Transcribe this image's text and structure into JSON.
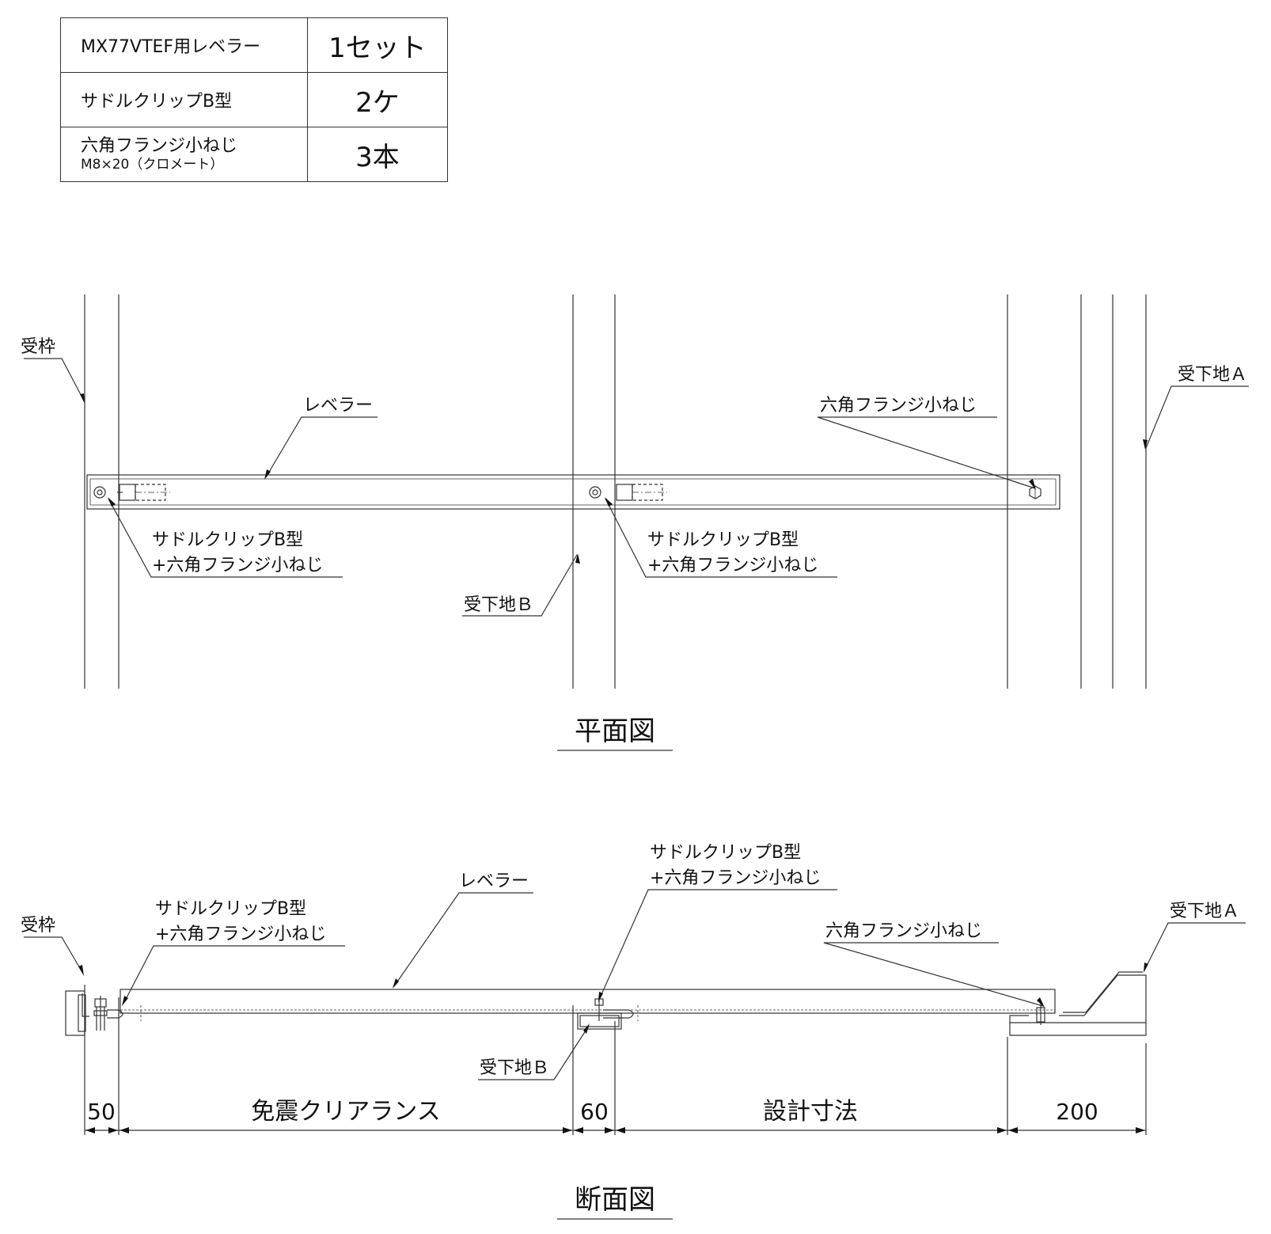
{
  "parts_table": [
    {
      "name": "MX77VTEF用レベラー",
      "sub": "",
      "qty": "1セット"
    },
    {
      "name": "サドルクリップB型",
      "sub": "",
      "qty": "2ケ"
    },
    {
      "name": "六角フランジ小ねじ",
      "sub": "M8×20（クロメート）",
      "qty": "3本"
    }
  ],
  "plan": {
    "title": "平面図",
    "labels": {
      "receiving_frame": "受枠",
      "leveler": "レベラー",
      "hex_screw": "六角フランジ小ねじ",
      "base_a": "受下地Ａ",
      "saddle_1_line1": "サドルクリップB型",
      "saddle_1_line2": "+六角フランジ小ねじ",
      "saddle_2_line1": "サドルクリップB型",
      "saddle_2_line2": "+六角フランジ小ねじ",
      "base_b": "受下地Ｂ"
    }
  },
  "section": {
    "title": "断面図",
    "labels": {
      "receiving_frame": "受枠",
      "saddle_1_line1": "サドルクリップB型",
      "saddle_1_line2": "+六角フランジ小ねじ",
      "leveler": "レベラー",
      "saddle_2_line1": "サドルクリップB型",
      "saddle_2_line2": "+六角フランジ小ねじ",
      "hex_screw": "六角フランジ小ねじ",
      "base_a": "受下地Ａ",
      "base_b": "受下地Ｂ"
    },
    "dimensions": [
      "50",
      "免震クリアランス",
      "60",
      "設計寸法",
      "200"
    ]
  }
}
